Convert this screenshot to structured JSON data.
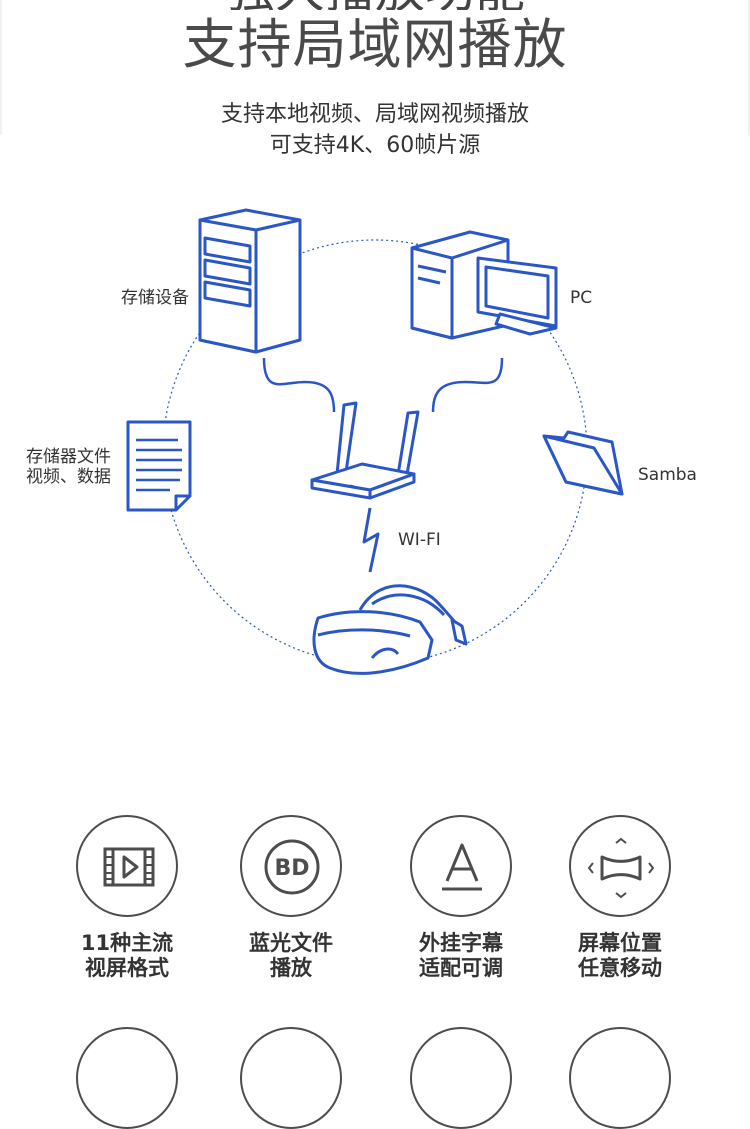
{
  "header": {
    "title_partial": "强大播放功能",
    "title": "支持局域网播放",
    "subtitle_line1": "支持本地视频、局域网视频播放",
    "subtitle_line2": "可支持4K、60帧片源"
  },
  "diagram": {
    "storage_label": "存储设备",
    "pc_label": "PC",
    "files_label_line1": "存储器文件",
    "files_label_line2": "视频、数据",
    "samba_label": "Samba",
    "wifi_label": "WI-FI"
  },
  "features": [
    {
      "icon": "video-format-icon",
      "line1": "11种主流",
      "line2": "视屏格式"
    },
    {
      "icon": "bluray-disc-icon",
      "line1": "蓝光文件",
      "line2": "播放"
    },
    {
      "icon": "subtitle-a-icon",
      "line1": "外挂字幕",
      "line2": "适配可调"
    },
    {
      "icon": "screen-position-icon",
      "line1": "屏幕位置",
      "line2": "任意移动"
    }
  ],
  "colors": {
    "accent": "#2a56c6",
    "text": "#333333",
    "icon_gray": "#4d4d4d"
  }
}
